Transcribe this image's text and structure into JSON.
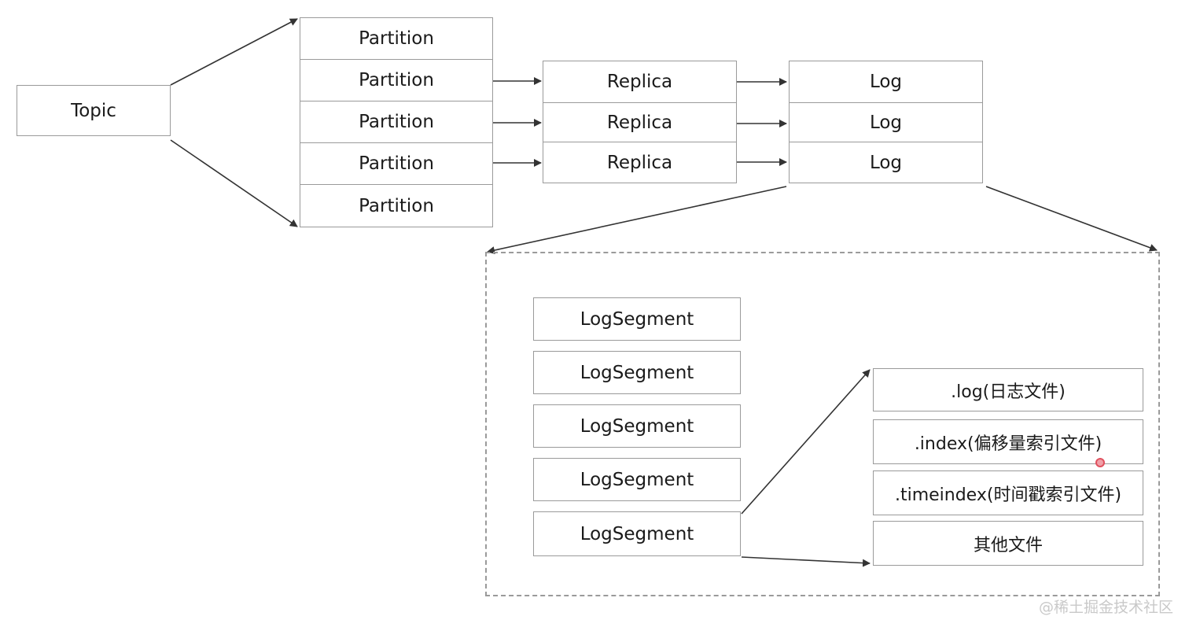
{
  "topic": {
    "label": "Topic"
  },
  "partitions": [
    "Partition",
    "Partition",
    "Partition",
    "Partition",
    "Partition"
  ],
  "replicas": [
    "Replica",
    "Replica",
    "Replica"
  ],
  "logs": [
    "Log",
    "Log",
    "Log"
  ],
  "log_segments": [
    "LogSegment",
    "LogSegment",
    "LogSegment",
    "LogSegment",
    "LogSegment"
  ],
  "files": [
    ".log(日志文件)",
    ".index(偏移量索引文件)",
    ".timeindex(时间戳索引文件)",
    "其他文件"
  ],
  "watermark": "@稀土掘金技术社区",
  "colors": {
    "border": "#9a9a9a",
    "arrow": "#333333",
    "text": "#1a1a1a",
    "cursor_dot": "#e0505e"
  }
}
